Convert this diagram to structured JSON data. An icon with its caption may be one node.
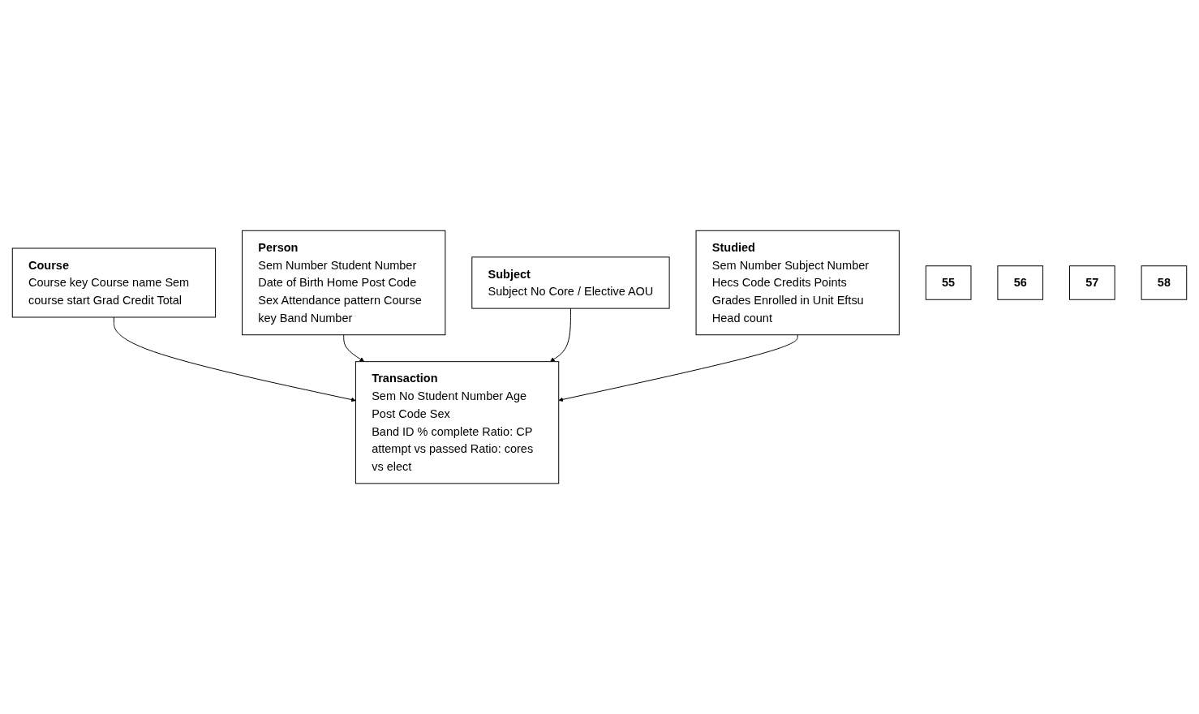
{
  "diagram": {
    "nodes": [
      {
        "text": [
          "Course",
          "Course key Course name Sem course start Grad Credit Total"
        ]
      },
      {
        "text": [
          "Subject",
          "Subject No Core / Elective AOU"
        ]
      },
      {
        "text": [
          "Studied",
          "Sem Number Subject Number Hecs Code Credits Points Grades Enrolled in Unit Eftsu Head count"
        ]
      },
      {
        "text": [
          "Person",
          "Sem Number Student Number Date of Birth Home Post Code Sex Attendance pattern Course key Band Number"
        ]
      },
      {
        "text": [
          "Transaction",
          "Sem No Student Number Age Post Code Sex",
          "Band ID % complete Ratio: CP attempt vs passed Ratio: cores vs elect"
        ]
      },
      {
        "text": [
          "55"
        ]
      },
      {
        "text": [
          "56"
        ]
      },
      {
        "text": [
          "57"
        ]
      },
      {
        "text": [
          "58"
        ]
      }
    ],
    "edges": [
      {
        "from": 0,
        "to": 4,
        "arrow": "to"
      },
      {
        "from": 3,
        "to": 4,
        "arrow": "to"
      },
      {
        "from": 1,
        "to": 4,
        "arrow": "to"
      },
      {
        "from": 2,
        "to": 4,
        "arrow": "to"
      }
    ]
  }
}
